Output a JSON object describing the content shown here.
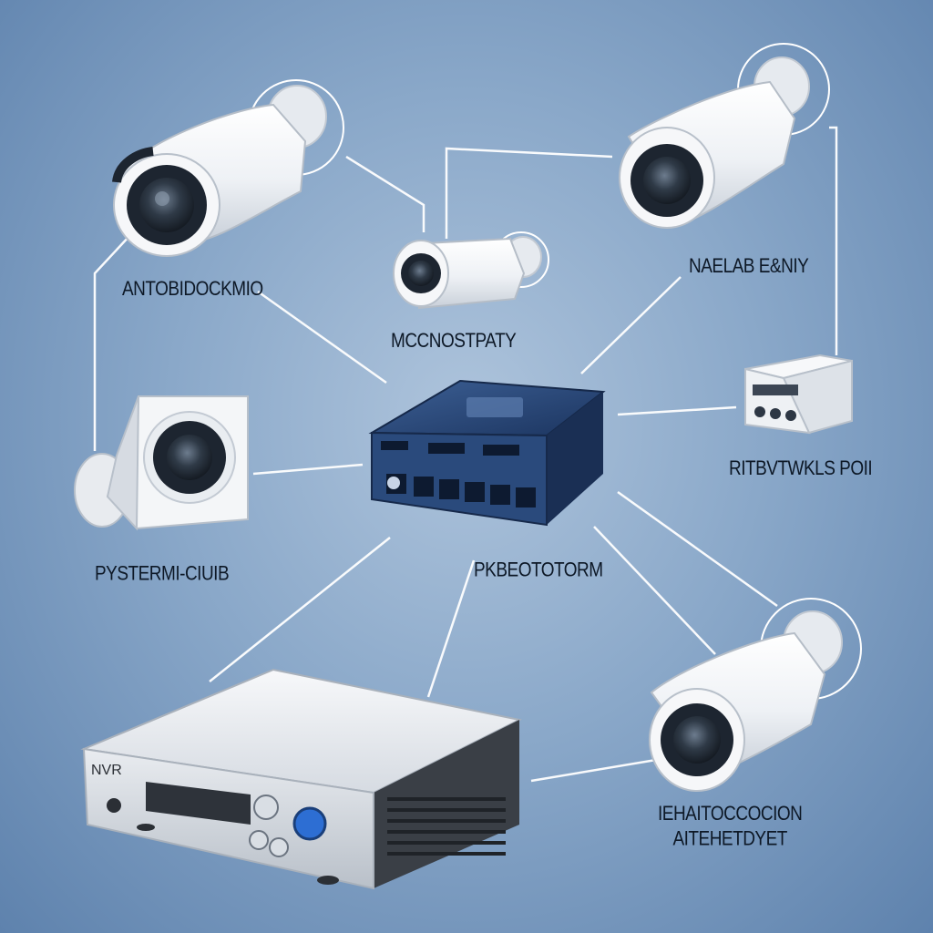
{
  "labels": {
    "camera_top_left": "ANTOBIDOCKMIO",
    "camera_top_center": "MCCNOSTPATY",
    "camera_top_right": "NAELAB E&NIY",
    "camera_dome_left": "PYSTERMI-CIUIB",
    "hub_bottom": "PKBEOTOTORM",
    "device_right": "RITBVTWKLS POII",
    "camera_bottom_right_line1": "IEHAITOCCOCION",
    "camera_bottom_right_line2": "AITEHETDYET"
  },
  "recorder_badge": "NVR",
  "colors": {
    "background_center": "#aec4dc",
    "background_edge": "#5e82ad",
    "connector_line": "#ffffff",
    "hub_body": "#1f3b6b",
    "camera_body": "#f4f6f8"
  }
}
